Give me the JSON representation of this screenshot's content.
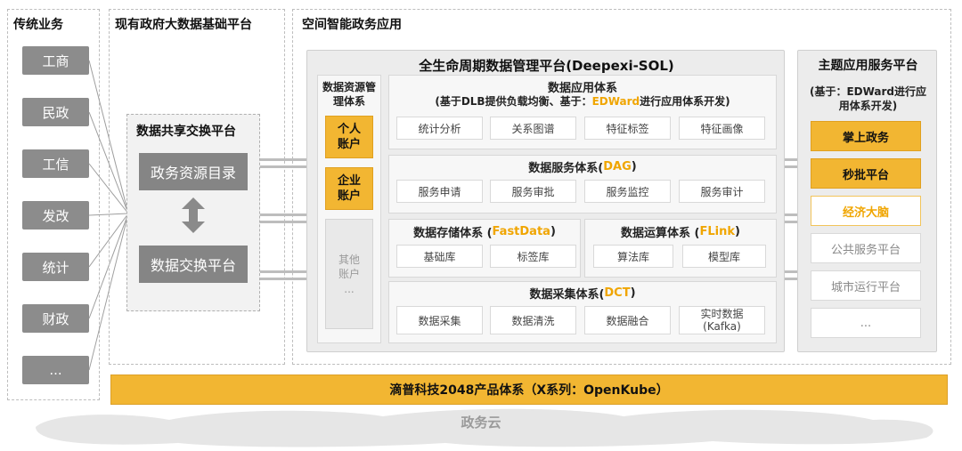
{
  "columns": {
    "traditional": {
      "title": "传统业务",
      "items": [
        "工商",
        "民政",
        "工信",
        "发改",
        "统计",
        "财政",
        "..."
      ]
    },
    "gov_platform": {
      "title": "现有政府大数据基础平台",
      "exchange_title": "数据共享交换平台",
      "directory": "政务资源目录",
      "exchange": "数据交换平台"
    },
    "smart_apps": {
      "title": "空间智能政务应用",
      "sol_title": "全生命周期数据管理平台(Deepexi-SOL)",
      "resource": {
        "title": "数据资源管理体系",
        "personal": "个人账户",
        "enterprise": "企业账户",
        "other": "其他账户",
        "other_more": "..."
      },
      "app_system": {
        "title": "数据应用体系",
        "subtitle_pre": "(基于DLB提供负载均衡、基于：",
        "subtitle_hl": "EDWard",
        "subtitle_post": "进行应用体系开发)",
        "items": [
          "统计分析",
          "关系图谱",
          "特征标签",
          "特征画像"
        ]
      },
      "service_system": {
        "title_pre": "数据服务体系(",
        "title_hl": "DAG",
        "title_post": ")",
        "items": [
          "服务申请",
          "服务审批",
          "服务监控",
          "服务审计"
        ]
      },
      "storage_system": {
        "title_pre": "数据存储体系 (",
        "title_hl": "FastData",
        "title_post": ")",
        "items": [
          "基础库",
          "标签库"
        ]
      },
      "compute_system": {
        "title_pre": "数据运算体系 (",
        "title_hl": "FLink",
        "title_post": ")",
        "items": [
          "算法库",
          "模型库"
        ]
      },
      "collect_system": {
        "title_pre": "数据采集体系(",
        "title_hl": "DCT",
        "title_post": ")",
        "items": [
          "数据采集",
          "数据清洗",
          "数据融合"
        ],
        "last_line1": "实时数据",
        "last_line2": "(Kafka)"
      }
    },
    "theme": {
      "title": "主题应用服务平台",
      "subtitle": "(基于：EDWard进行应用体系开发)",
      "items": [
        "掌上政务",
        "秒批平台",
        "经济大脑",
        "公共服务平台",
        "城市运行平台",
        "..."
      ]
    }
  },
  "bottom_bar": "滴普科技2048产品体系（X系列：OpenKube）",
  "cloud_label": "政务云",
  "colors": {
    "accent": "#f2b632",
    "accent_text": "#f0a500",
    "gray": "#8c8c8c"
  }
}
